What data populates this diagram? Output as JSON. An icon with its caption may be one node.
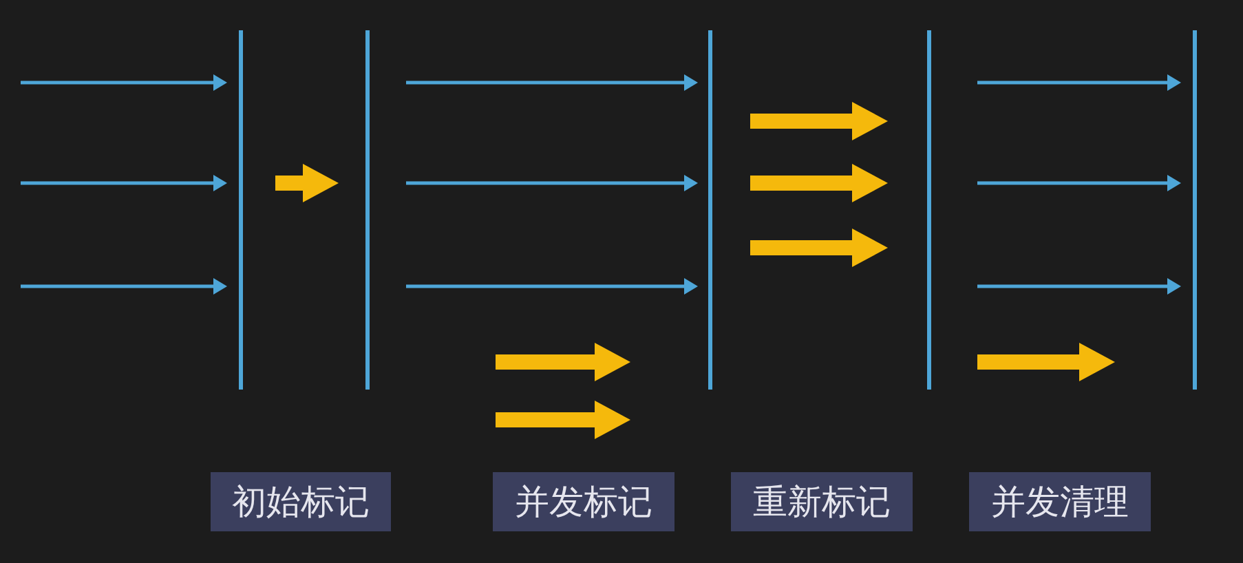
{
  "diagram": {
    "nodes": [
      {
        "text": [
          "初始标记"
        ]
      },
      {
        "text": [
          "并发标记"
        ]
      },
      {
        "text": [
          "重新标记"
        ]
      },
      {
        "text": [
          "并发清理"
        ]
      }
    ]
  }
}
